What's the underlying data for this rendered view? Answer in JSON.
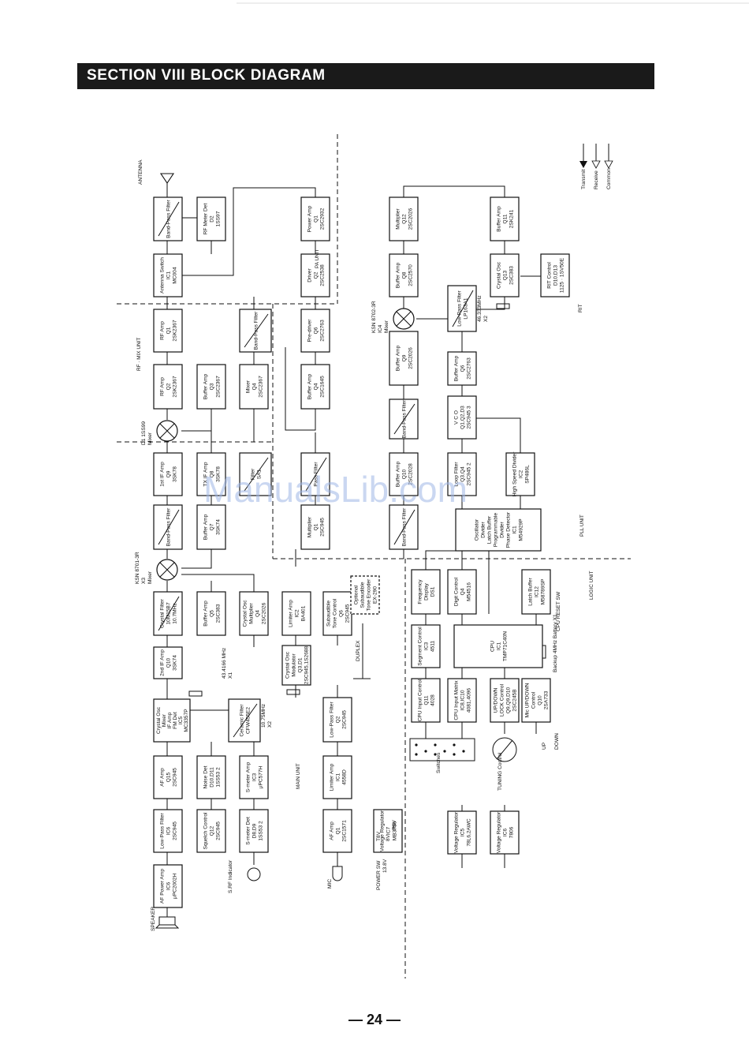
{
  "header": {
    "title": "SECTION VIII BLOCK DIAGRAM"
  },
  "page_number": "— 24 —",
  "watermark": "ManualsLib.com",
  "legend": [
    "Transmit",
    "Receive",
    "Common"
  ],
  "units": [
    "PA UNIT",
    "RF · MIX UNIT",
    "PLL UNIT",
    "LOGIC UNIT",
    "MAIN UNIT"
  ],
  "terminals": {
    "antenna": "ANTENNA",
    "speaker": "SPEAKER",
    "s_rf_indicator": "S.RF Indicator",
    "mic": "MIC",
    "power_sw": "POWER SW",
    "v138": "13.8V",
    "duplex": "DUPLEX",
    "t8v": "T8V",
    "r8v": "R8V",
    "v8": "8V",
    "rit": "RIT",
    "tuning_control": "TUNING Control",
    "switches": "Switches",
    "up": "UP",
    "down": "DOWN",
    "cpu_reset": "CPU RESET SW",
    "backup": "Backup 4MHz Battery X1"
  },
  "blocks": {
    "bpf_ant": [
      "Band-Pass Filter"
    ],
    "rf_meter": [
      "RF Meter Det",
      "D2",
      "1SS97"
    ],
    "ant_sw": [
      "Antenna Switch",
      "IC1",
      "MC004"
    ],
    "rf_amp1": [
      "RF Amp",
      "Q1",
      "2SK2367"
    ],
    "rf_amp2": [
      "RF Amp",
      "Q2",
      "2SK2367"
    ],
    "mixer1": [
      "Mixer",
      "D1 1SS99"
    ],
    "if1": [
      "1st IF Amp",
      "Q9",
      "3SK78"
    ],
    "bpf_if": [
      "Band-Pass Filter"
    ],
    "mixer_main": [
      "Mixer",
      "X3",
      "KSN 8701-3R"
    ],
    "xtal_filter": [
      "Crystal Filter",
      "10M15B7",
      "10.7MHz"
    ],
    "if2": [
      "2nd IF Amp",
      "Q10",
      "3SK74"
    ],
    "ic5": [
      "Crystal Osc",
      "Mixer",
      "IF Amp",
      "FM Det",
      "IC5",
      "MC3357P"
    ],
    "af_amp": [
      "AF Amp",
      "Q15",
      "2SC945"
    ],
    "lpf_af": [
      "Low-Pass Filter",
      "IC6",
      "2SC945"
    ],
    "af_pa": [
      "AF Power Amp",
      "IC6",
      "μPC2002H"
    ],
    "buf_tx": [
      "Buffer Amp",
      "Q3",
      "2SC2367"
    ],
    "txif": [
      "TX IF Amp",
      "Q8",
      "3SK78"
    ],
    "buf_q7": [
      "Buffer Amp",
      "Q7",
      "3SK74"
    ],
    "buf_q5": [
      "Buffer Amp",
      "Q5",
      "2SC383"
    ],
    "noise_det": [
      "Noise Det",
      "D10,D11",
      "1SS53 2"
    ],
    "squelch": [
      "Squelch Control",
      "Q12",
      "2SC945"
    ],
    "smeter_amp": [
      "S-meter Amp",
      "IC3",
      "μPC577H"
    ],
    "smeter_det": [
      "S-meter Det",
      "D8,D9",
      "1SS53 2"
    ],
    "ceramic": [
      "Ceramic Filter",
      "CFW455E2"
    ],
    "xtal_mult": [
      "Crystal Osc",
      "Multiplier",
      "Q4",
      "2SC2026"
    ],
    "xtal_mult_freq": [
      "43.4166 MHz",
      "X1"
    ],
    "mixer_q4": [
      "Mixer",
      "Q4",
      "2SC2367"
    ],
    "bpf_mid": [
      "Band-Pass Filter"
    ],
    "filter_mid": [
      "Filter",
      "SA1"
    ],
    "pass_filter": [
      "Pass Filter"
    ],
    "multiplier_q1": [
      "Multiplier",
      "Q1",
      "2SC945"
    ],
    "limiter_q2": [
      "Limiter Amp",
      "IC2",
      "BA401"
    ],
    "xtal_mod": [
      "Crystal Osc",
      "Modulator",
      "Q3,D1",
      "2SC945,1S2688"
    ],
    "xtal_mod_freq": [
      "10.75MHz",
      "X2"
    ],
    "lpf_q2": [
      "Low-Pass Filter",
      "Q2",
      "2SC945"
    ],
    "limiter_ic1": [
      "Limiter Amp",
      "IC1",
      "4558D"
    ],
    "af_q1": [
      "AF Amp",
      "Q1",
      "2SC1571"
    ],
    "subaudible": [
      "Subaudible",
      "Tone Control",
      "Q6",
      "2SC945"
    ],
    "ext_enc": [
      "Optional",
      "Subaudible",
      "Tone Encoder",
      "EX-290"
    ],
    "vreg_ic7": [
      "Voltage Regulator",
      "IC7",
      "MB3756"
    ],
    "power_amp": [
      "Power Amp",
      "Q1",
      "2SC2932"
    ],
    "driver": [
      "Driver",
      "Q2",
      "2SC2538"
    ],
    "predriver": [
      "Pre-driver",
      "Q6",
      "2SC2763"
    ],
    "buf_q4": [
      "Buffer Amp",
      "Q4",
      "2SC1645"
    ],
    "mult_q12": [
      "Multiplier",
      "Q12",
      "2SC2026"
    ],
    "buf_q8": [
      "Buffer Amp",
      "Q8",
      "2SC2570"
    ],
    "buf_q11": [
      "Buffer Amp",
      "Q11",
      "2SK241"
    ],
    "xtal_q13": [
      "Crystal Osc",
      "Q13",
      "2SC383"
    ],
    "xtal_q13_freq": [
      "46.333MHz",
      "X2"
    ],
    "rit_ctrl": [
      "RIT Control",
      "D10,D13",
      "1125 · 1SV50E"
    ],
    "mixer_ic4": [
      "Mixer",
      "IC4",
      "KSN 8702-3R"
    ],
    "lpf_pll": [
      "Low-Pass Filter",
      "LP163A1"
    ],
    "buf_q9": [
      "Buffer Amp",
      "Q9",
      "2SC2026"
    ],
    "buf_q6": [
      "Buffer Amp",
      "Q6",
      "2SC2763"
    ],
    "bpf_pll1": [
      "Band-Pass Filter"
    ],
    "vco": [
      "V C O",
      "Q1,Q2,D3",
      "2SC945 3"
    ],
    "buf_q10": [
      "Buffer Amp",
      "Q10",
      "2SC2028"
    ],
    "loop_filter": [
      "Loop Filter",
      "Q3,Q4",
      "2SC945 2"
    ],
    "hs_divider": [
      "High Speed Divider",
      "IC2",
      "SP486L"
    ],
    "bpf_pll2": [
      "Band-Pass Filter"
    ],
    "pll_ic": [
      "Oscillator",
      "Divider",
      "Latch Buffer",
      "Programmable",
      "Divider",
      "Phase Detector",
      "IC1",
      "M54929P"
    ],
    "freq_display": [
      "Frequency",
      "Display",
      "DS1"
    ],
    "digit_ctrl": [
      "Digit Control",
      "Q4",
      "M54516"
    ],
    "latch_buffer": [
      "Latch Buffer",
      "IC12",
      "M58789SP"
    ],
    "segment_ctrl": [
      "Segment Control",
      "IC3",
      "4511"
    ],
    "cpu": [
      "CPU",
      "IC1",
      "TMP71C40N"
    ],
    "cpu_input": [
      "CPU Input Control",
      "Q11",
      "4028"
    ],
    "cpu_matrix": [
      "CPU Input Matrix",
      "IC8,IC10",
      "4081,4096"
    ],
    "updown": [
      "UP/DOWN",
      "LOCK Control",
      "Q9,Q9,D10",
      "2SC245B"
    ],
    "mic_updown": [
      "Mic UP/DOWN",
      "Control",
      "Q10",
      "2SA733"
    ],
    "vreg_ic5": [
      "Voltage Regulator",
      "IC5",
      "78L6,2AWC"
    ],
    "vreg_ic6": [
      "Voltage Regulator",
      "IC6",
      "7806"
    ]
  }
}
